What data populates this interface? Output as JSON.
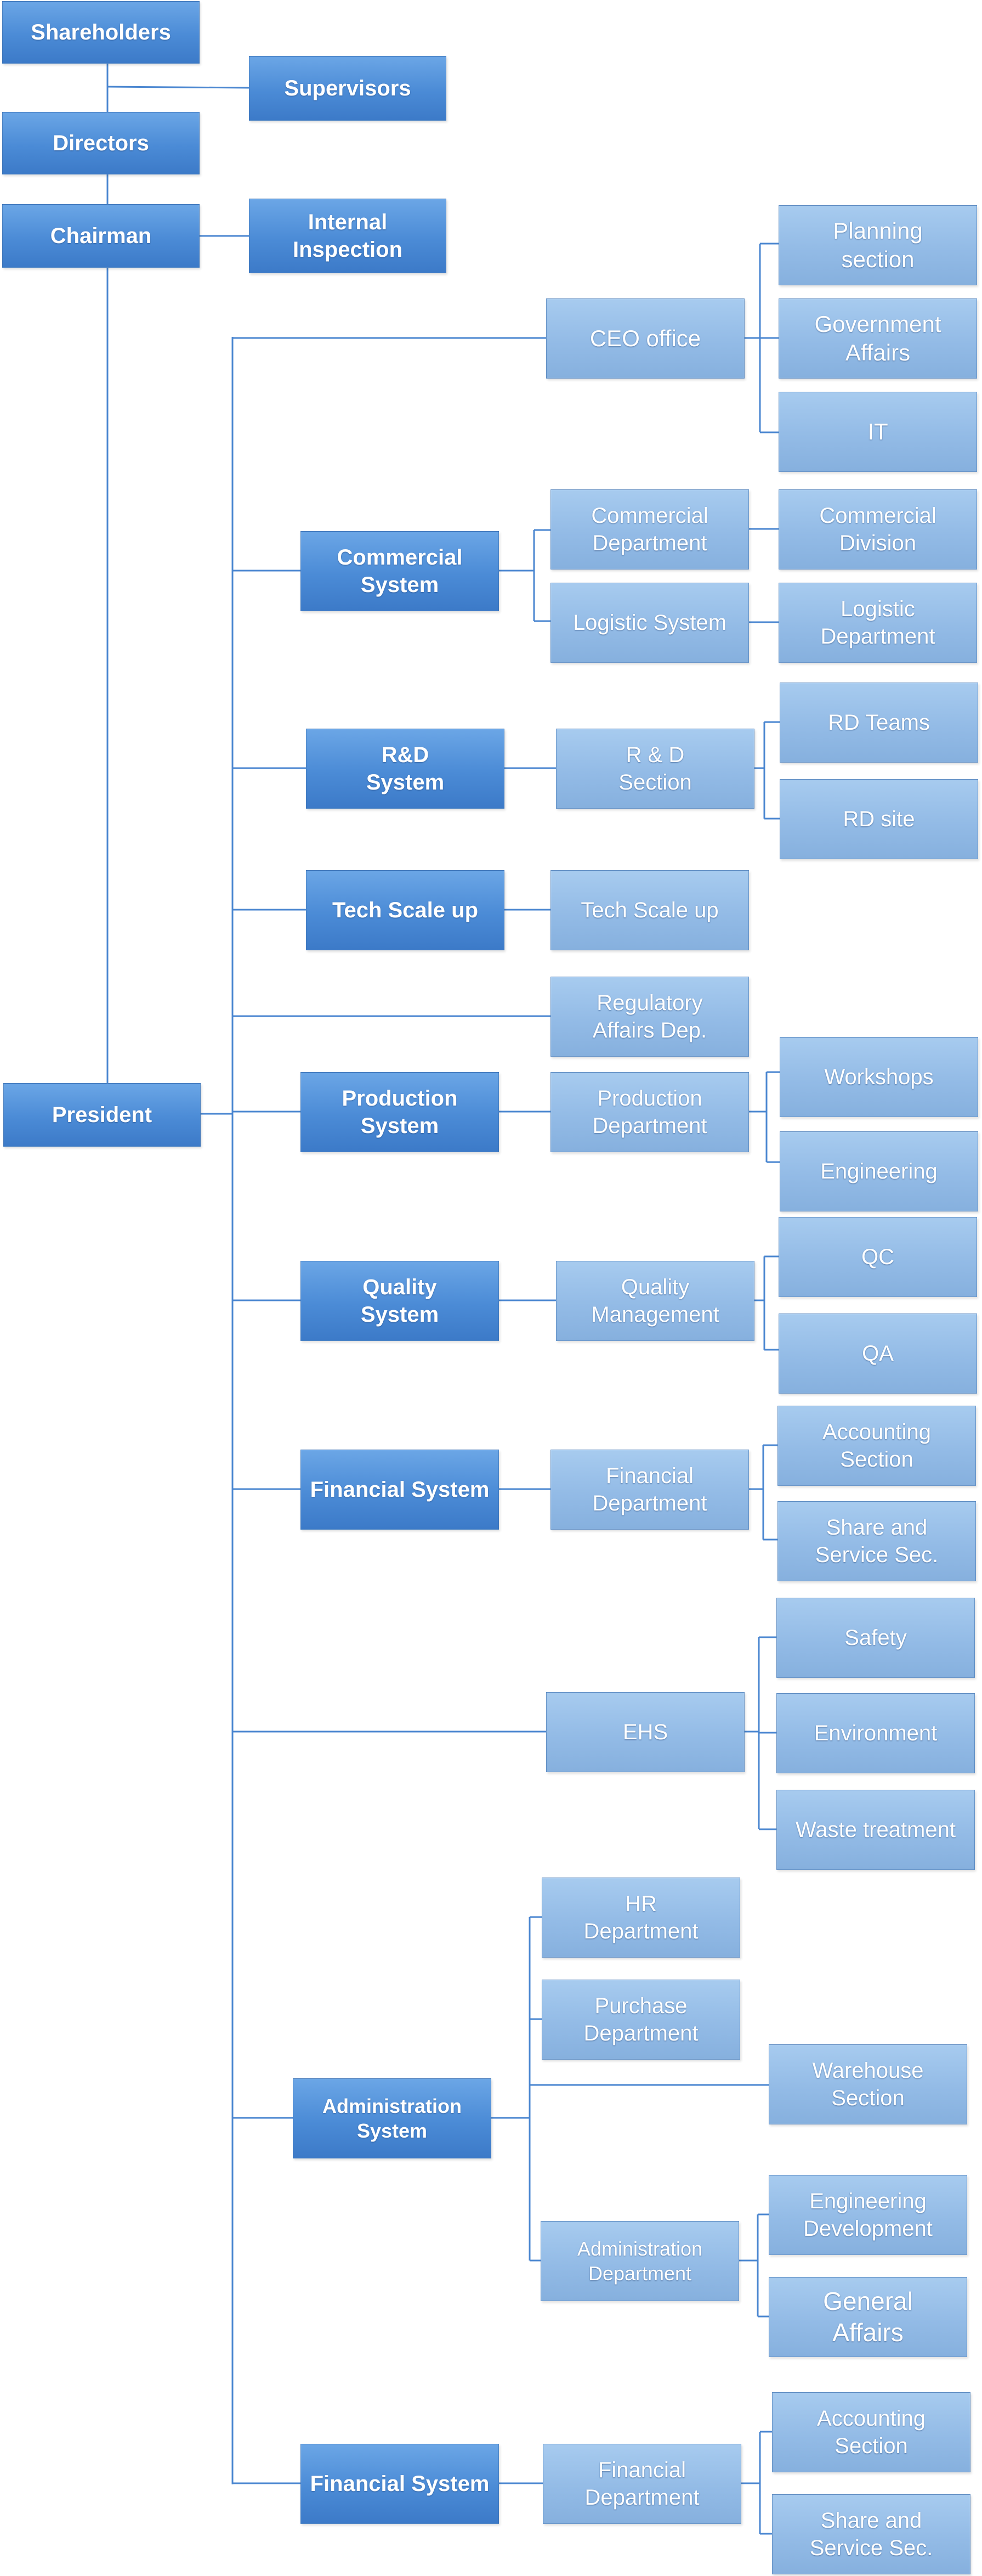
{
  "colors": {
    "connector": "#4a86d0",
    "dark_box": "#4b8bd6",
    "light_box": "#93bbe6",
    "text": "#ffffff"
  },
  "nodes": {
    "shareholders": "Shareholders",
    "supervisors": "Supervisors",
    "directors": "Directors",
    "chairman": "Chairman",
    "internal_inspection": "Internal\nInspection",
    "president": "President",
    "ceo_office": "CEO office",
    "planning_section": "Planning\nsection",
    "government_affairs": "Government\nAffairs",
    "it": "IT",
    "commercial_system": "Commercial\nSystem",
    "commercial_department": "Commercial\nDepartment",
    "commercial_division": "Commercial\nDivision",
    "logistic_system": "Logistic System",
    "logistic_department": "Logistic\nDepartment",
    "rd_system": "R&D\nSystem",
    "rd_section": "R & D\nSection",
    "rd_teams": "RD Teams",
    "rd_site": "RD  site",
    "tech_scale_up_system": "Tech Scale up",
    "tech_scale_up": "Tech Scale up",
    "regulatory_affairs": "Regulatory\nAffairs Dep.",
    "production_system": "Production\nSystem",
    "production_department": "Production\nDepartment",
    "workshops": "Workshops",
    "engineering": "Engineering",
    "quality_system": "Quality\nSystem",
    "quality_management": "Quality\nManagement",
    "qc": "QC",
    "qa": "QA",
    "financial_system_1": "Financial System",
    "financial_department_1": "Financial\nDepartment",
    "accounting_section_1": "Accounting\nSection",
    "share_service_1": "Share and\nService Sec.",
    "ehs": "EHS",
    "safety": "Safety",
    "environment": "Environment",
    "waste_treatment": "Waste treatment",
    "administration_system": "Administration\nSystem",
    "hr_department": "HR\nDepartment",
    "purchase_department": "Purchase\nDepartment",
    "warehouse_section": "Warehouse\nSection",
    "administration_department": "Administration\nDepartment",
    "engineering_development": "Engineering\nDevelopment",
    "general_affairs": "General\nAffairs",
    "financial_system_2": "Financial System",
    "financial_department_2": "Financial\nDepartment",
    "accounting_section_2": "Accounting\nSection",
    "share_service_2": "Share and\nService Sec."
  }
}
